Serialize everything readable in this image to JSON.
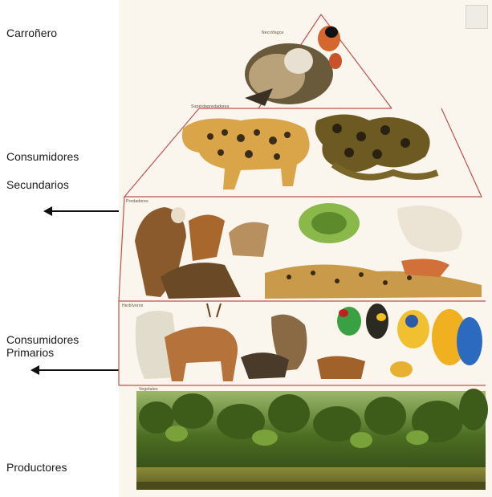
{
  "labels": {
    "carronero": "Carroñero",
    "consumidores_secundarios_1": "Consumidores",
    "consumidores_secundarios_2": "Secundarios",
    "consumidores_primarios_1": "Consumidores",
    "consumidores_primarios_2": "Primarios",
    "productores": "Productores"
  },
  "pyramid_captions": {
    "top": "Necrófagos",
    "second": "Superdepredadores",
    "third": "Predadores",
    "fourth": "Herbívoros",
    "base": "Vegetales"
  },
  "colors": {
    "line_red": "#c0504d",
    "arrow": "#111111",
    "forest_dark": "#2f4a1a",
    "forest_mid": "#5f8a2c",
    "water": "#8a7a3c"
  }
}
